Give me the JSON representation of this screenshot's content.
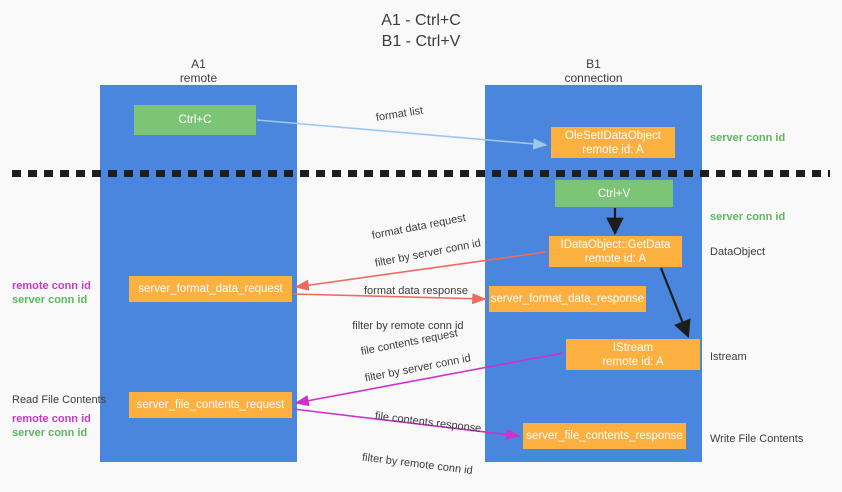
{
  "title": "A1 - Ctrl+C\nB1 - Ctrl+V",
  "columns": {
    "a1": {
      "name": "A1",
      "subtitle": "remote",
      "header": "A1\nremote"
    },
    "b1": {
      "name": "B1",
      "subtitle": "connection",
      "header": "B1\nconnection"
    }
  },
  "boxes": {
    "ctrl_c": "Ctrl+C",
    "ctrl_v": "Ctrl+V",
    "ole_data_object": "OleSetIDataObject\nremote id: A",
    "idataobject_getdata": "IDataObject::GetData\nremote id: A",
    "istream": "IStream\nremote id: A",
    "server_format_data_request": "server_format_data_request",
    "server_format_data_response": "server_format_data_response",
    "server_file_contents_request": "server_file_contents_request",
    "server_file_contents_response": "server_file_contents_response"
  },
  "annotations": {
    "format_list": "format list",
    "format_data_request": "format data request",
    "format_data_response": "format data response",
    "file_contents_request": "file contents request",
    "file_contents_response": "file contents response",
    "filter_by": "filter by ",
    "server_conn_id": "server conn id",
    "remote_conn_id": "remote conn id"
  },
  "right_labels": {
    "server_conn_id_top": "server conn id",
    "server_conn_id_mid": "server conn id",
    "data_object": "DataObject",
    "istream": "Istream",
    "write_file_contents": "Write File Contents"
  },
  "left_labels": {
    "remote_conn_id": "remote conn id",
    "server_conn_id": "server conn id",
    "read_file_contents": "Read File Contents"
  },
  "colors": {
    "lane_blue": "#4a86dd",
    "box_orange": "#fbb040",
    "box_green": "#7cc576",
    "server_conn_green": "#5cb85c",
    "remote_conn_purple": "#c43bc4",
    "arrow_light_blue": "#9dc8ee",
    "arrow_red": "#ef6a5e",
    "arrow_magenta": "#cc33cc",
    "arrow_black": "#1d1d1d",
    "background": "#f9f9f9",
    "divider_black": "#1d1d1d"
  }
}
